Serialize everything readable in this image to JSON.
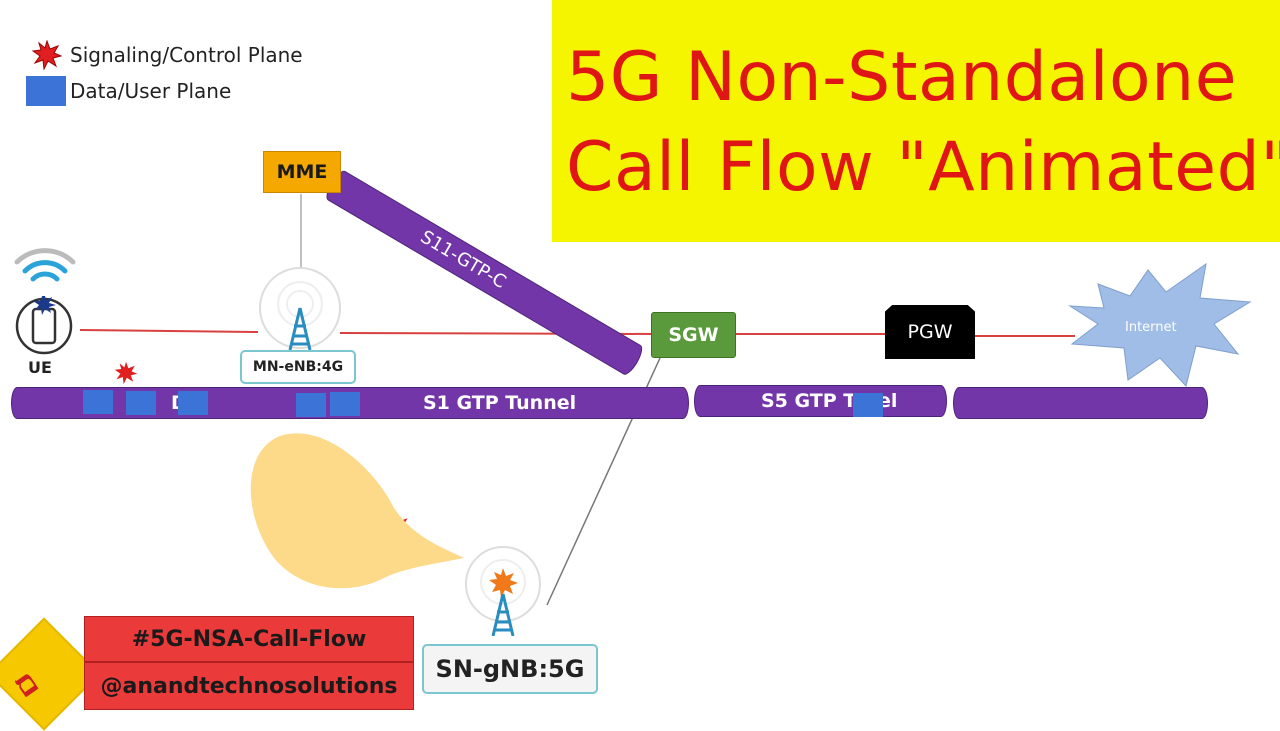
{
  "legend": {
    "signaling_label": "Signaling/Control Plane",
    "data_label": "Data/User Plane"
  },
  "title": {
    "line1": "5G Non-Standalone",
    "line2": "Call Flow \"Animated\""
  },
  "nodes": {
    "mme": "MME",
    "sgw": "SGW",
    "pgw": "PGW",
    "internet": "Internet",
    "ue": "UE",
    "enb": "MN-eNB:4G",
    "gnb": "SN-gNB:5G"
  },
  "tunnels": {
    "s11": "S11-GTP-C",
    "s1": "S1 GTP Tunnel",
    "s5": "S5 GTP Tu",
    "s5_tail": "el",
    "d_fragment": "D"
  },
  "tags": {
    "hashtag": "#5G-NSA-Call-Flow",
    "handle": "@anandtechnosolutions"
  },
  "colors": {
    "title_bg": "#f5f500",
    "title_text": "#e01515",
    "tunnel": "#7236a8",
    "mme": "#f5a800",
    "sgw": "#5b9a3c",
    "pgw": "#000000",
    "internet": "#9fbde6",
    "packet": "#3b73d6",
    "signal_star": "#e02020",
    "control_line": "#d94040"
  }
}
